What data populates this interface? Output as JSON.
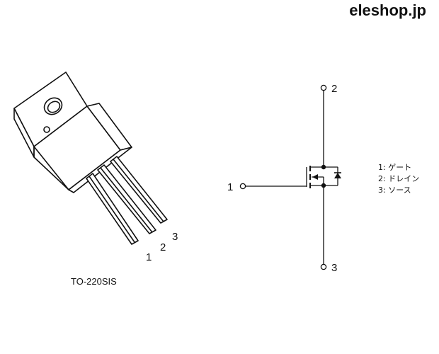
{
  "brand": "eleshop.jp",
  "package": {
    "label": "TO-220SIS",
    "pin_numbers": [
      "1",
      "2",
      "3"
    ]
  },
  "schematic": {
    "pin_numbers": {
      "gate": "1",
      "drain": "2",
      "source": "3"
    }
  },
  "legend": [
    "1: ゲート",
    "2: ドレイン",
    "3: ソース"
  ]
}
